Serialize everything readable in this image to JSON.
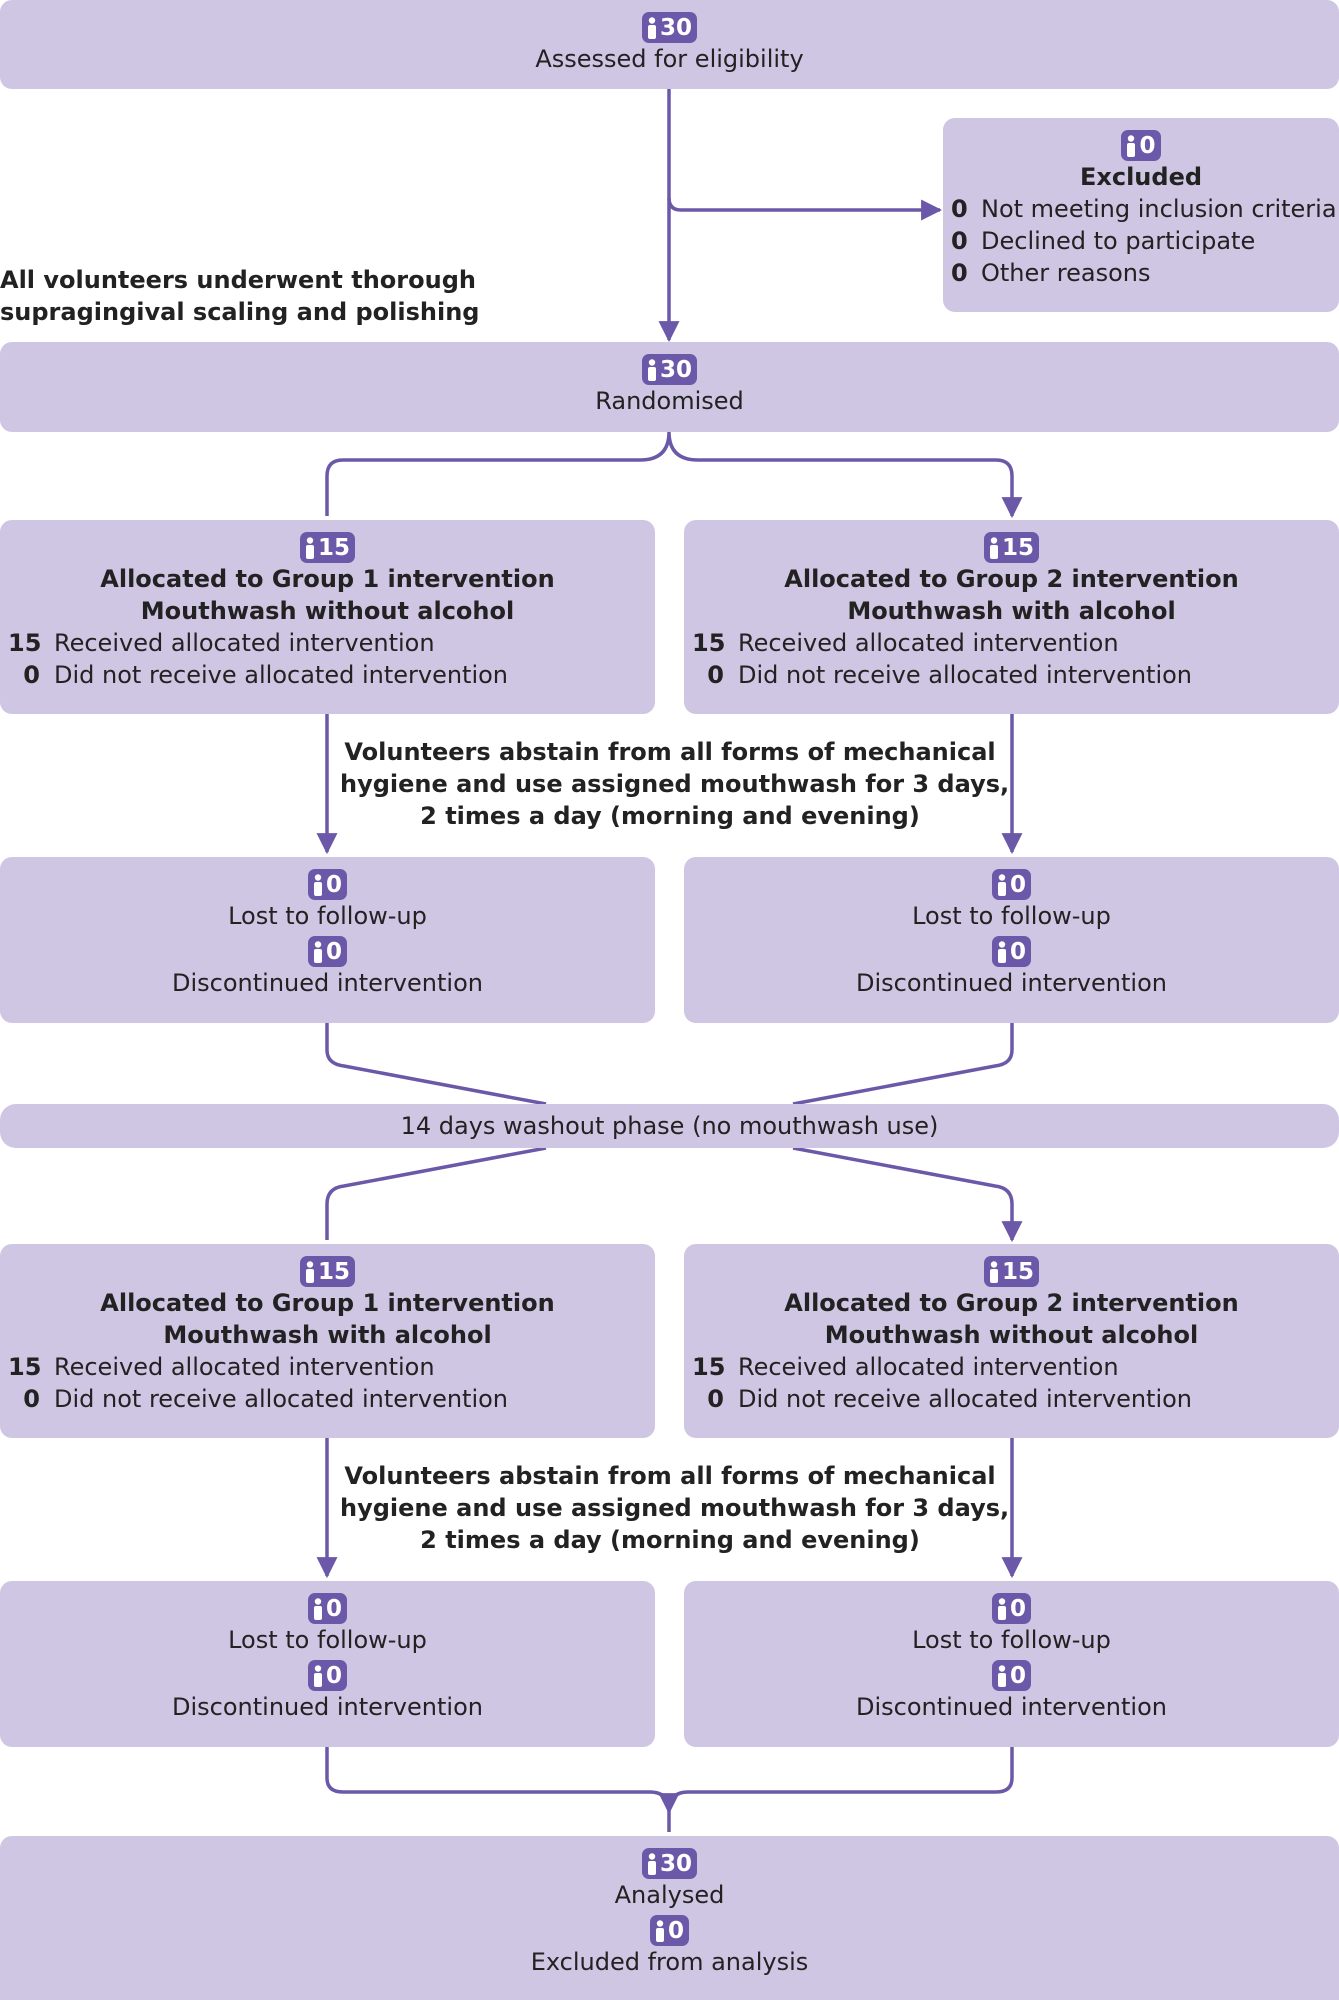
{
  "colors": {
    "box": "#cfc6e3",
    "accent": "#6c58a8",
    "text": "#222222"
  },
  "badge_icon": "person-icon",
  "assessed": {
    "n": "30",
    "label": "Assessed for eligibility"
  },
  "excluded": {
    "n": "0",
    "title": "Excluded",
    "items": [
      {
        "n": "0",
        "label": "Not meeting inclusion criteria"
      },
      {
        "n": "0",
        "label": "Declined to participate"
      },
      {
        "n": "0",
        "label": "Other reasons"
      }
    ]
  },
  "scaling_note": [
    "All volunteers underwent thorough",
    "supragingival scaling and polishing"
  ],
  "randomised": {
    "n": "30",
    "label": "Randomised"
  },
  "period1": {
    "group1": {
      "n": "15",
      "title": "Allocated to Group 1 intervention",
      "subtitle": "Mouthwash without alcohol",
      "received": {
        "n": "15",
        "label": "Received allocated intervention"
      },
      "not_received": {
        "n": "0",
        "label": "Did not receive allocated intervention"
      }
    },
    "group2": {
      "n": "15",
      "title": "Allocated to Group 2 intervention",
      "subtitle": "Mouthwash with alcohol",
      "received": {
        "n": "15",
        "label": "Received allocated intervention"
      },
      "not_received": {
        "n": "0",
        "label": "Did not receive allocated intervention"
      }
    },
    "note": [
      "Volunteers abstain from all forms of mechanical",
      "hygiene and use assigned mouthwash for 3 days,",
      "2 times a day (morning and evening)"
    ],
    "followup1": {
      "lost_n": "0",
      "lost_label": "Lost to follow-up",
      "disc_n": "0",
      "disc_label": "Discontinued intervention"
    },
    "followup2": {
      "lost_n": "0",
      "lost_label": "Lost to follow-up",
      "disc_n": "0",
      "disc_label": "Discontinued intervention"
    }
  },
  "washout": "14 days washout phase (no mouthwash use)",
  "period2": {
    "group1": {
      "n": "15",
      "title": "Allocated to Group 1 intervention",
      "subtitle": "Mouthwash with alcohol",
      "received": {
        "n": "15",
        "label": "Received allocated intervention"
      },
      "not_received": {
        "n": "0",
        "label": "Did not receive allocated intervention"
      }
    },
    "group2": {
      "n": "15",
      "title": "Allocated to Group 2 intervention",
      "subtitle": "Mouthwash without alcohol",
      "received": {
        "n": "15",
        "label": "Received allocated intervention"
      },
      "not_received": {
        "n": "0",
        "label": "Did not receive allocated intervention"
      }
    },
    "note": [
      "Volunteers abstain from all forms of mechanical",
      "hygiene and use assigned mouthwash for 3 days,",
      "2 times a day (morning and evening)"
    ],
    "followup1": {
      "lost_n": "0",
      "lost_label": "Lost to follow-up",
      "disc_n": "0",
      "disc_label": "Discontinued intervention"
    },
    "followup2": {
      "lost_n": "0",
      "lost_label": "Lost to follow-up",
      "disc_n": "0",
      "disc_label": "Discontinued intervention"
    }
  },
  "analysed": {
    "n": "30",
    "label": "Analysed",
    "excl_n": "0",
    "excl_label": "Excluded from analysis"
  }
}
